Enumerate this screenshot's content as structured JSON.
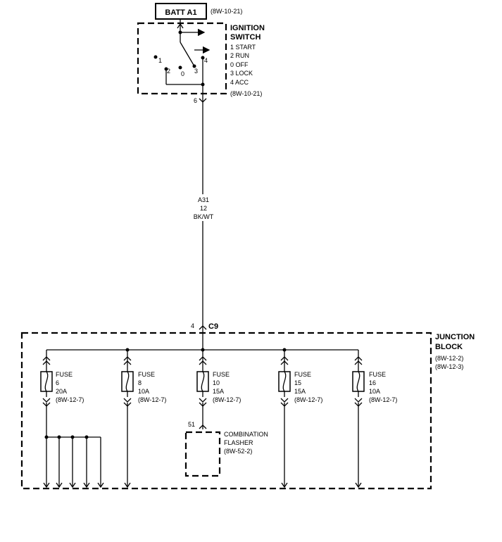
{
  "battery": {
    "label": "BATT A1",
    "ref": "(8W-10-21)"
  },
  "ignition_switch": {
    "title_line1": "IGNITION",
    "title_line2": "SWITCH",
    "positions": [
      "1 START",
      "2 RUN",
      "0 OFF",
      "3 LOCK",
      "4 ACC"
    ],
    "ref": "(8W-10-21)",
    "contact_labels": [
      "1",
      "2",
      "0",
      "3",
      "4"
    ],
    "output_pin": "6"
  },
  "wire": {
    "circuit": "A31",
    "gauge": "12",
    "color": "BK/WT"
  },
  "connector": {
    "pin": "4",
    "name": "C9"
  },
  "junction_block": {
    "title_line1": "JUNCTION",
    "title_line2": "BLOCK",
    "refs": [
      "(8W-12-2)",
      "(8W-12-3)"
    ]
  },
  "fuses": [
    {
      "label": "FUSE",
      "number": "6",
      "rating": "20A",
      "ref": "(8W-12-7)"
    },
    {
      "label": "FUSE",
      "number": "8",
      "rating": "10A",
      "ref": "(8W-12-7)"
    },
    {
      "label": "FUSE",
      "number": "10",
      "rating": "15A",
      "ref": "(8W-12-7)"
    },
    {
      "label": "FUSE",
      "number": "15",
      "rating": "15A",
      "ref": "(8W-12-7)"
    },
    {
      "label": "FUSE",
      "number": "16",
      "rating": "10A",
      "ref": "(8W-12-7)"
    }
  ],
  "flasher": {
    "pin": "51",
    "line1": "COMBINATION",
    "line2": "FLASHER",
    "ref": "(8W-52-2)"
  }
}
